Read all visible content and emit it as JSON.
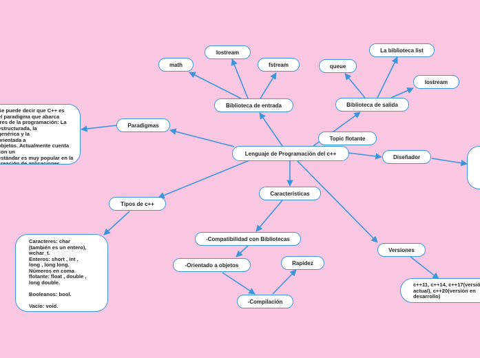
{
  "colors": {
    "background": "#f9c7e1",
    "edge": "#3a96dc",
    "node_fill": "#ffffff",
    "node_border": "#3a96dc"
  },
  "nodes": {
    "central": "Lenguaje de Programación del c++",
    "biblioteca_entrada": "Biblioteca de entrada",
    "math": "math",
    "iostream_in": "Iostream",
    "fstream": "fstream",
    "biblioteca_salida": "Biblioteca de salida",
    "queue": "queue",
    "la_biblioteca_list": "La biblioteca list",
    "iostream_out": "Iostream",
    "topic_flotante": "Topic flotante",
    "paradigmas": "Paradigmas",
    "paradigmas_text": "Se puede decir que C++ es\nel paradigma que abarca\ntres de la programación: La\nestructurada, la\ngenérica y la\norientada a\nobjetos. Actualmente cuenta con un\nestándar es muy popular en la\ncreación de aplicaciones.",
    "disenador": "Diseñador",
    "tipos": "Tipos de c++",
    "tipos_text": "Caracteres: char\n(también es un entero),\nwchar_t.\nEnteros: short , int ,\nlong , long long.\nNúmeros en coma\nflotante: float , double ,\nlong double.\n\nBooleanos: bool.\n\nVacío: void.",
    "caracteristicas": "Características",
    "compatibilidad": "-Compatibilidad con Bibliotecas",
    "orientado": "-Orientado a objetos",
    "rapidez": "Rapidez",
    "compilacion": "-Compilación",
    "versiones": "Versiones",
    "versiones_text": "c++11, c++14, c++17(versión\nactual), c++20(versión en\ndesarrollo)"
  }
}
